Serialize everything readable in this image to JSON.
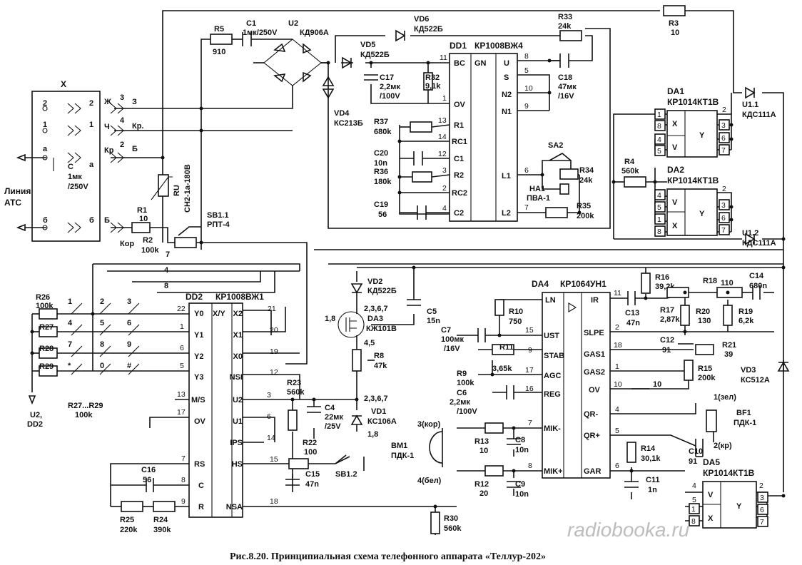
{
  "caption": "Рис.8.20. Принципиальная схема телефонного аппарата «Теллур-202»",
  "watermark": "radiobooka.ru",
  "connector": {
    "name": "X",
    "line_label": [
      "Линия",
      "АТС"
    ],
    "pins": [
      "2",
      "1",
      "а",
      "б"
    ],
    "wires": [
      "Ж",
      "Ч",
      "Кр",
      "Б"
    ],
    "targets": [
      "3",
      "4",
      "2",
      "З",
      "Кр.",
      "Б",
      "Б",
      "Кор"
    ],
    "cap": [
      "С",
      "1мк",
      "/250V"
    ]
  },
  "ics": {
    "dd1": {
      "name": "DD1",
      "part": "КР1008ВЖ4",
      "left": [
        "BC",
        "OV",
        "R1",
        "RC1",
        "C1",
        "R2",
        "RC2",
        "C2"
      ],
      "center": "GN",
      "right": [
        "U",
        "S",
        "N2",
        "N1",
        "L1",
        "L2"
      ],
      "pins_left": [
        "11",
        "1",
        "13",
        "14",
        "12",
        "3",
        "2",
        "4"
      ],
      "pins_right": [
        "8",
        "5",
        "10",
        "9",
        "6",
        "7"
      ]
    },
    "dd2": {
      "name": "DD2",
      "part": "КР1008ВЖ1",
      "left": [
        "Y0",
        "Y1",
        "Y2",
        "Y3",
        "M/S",
        "OV",
        "RS",
        "C",
        "R"
      ],
      "center": "X/Y",
      "right": [
        "X2",
        "X1",
        "X0",
        "NSI",
        "U2",
        "U1",
        "IPS",
        "HS",
        "NSA"
      ],
      "pins_left": [
        "22",
        "1",
        "6",
        "5",
        "13",
        "17",
        "7",
        "8",
        "9"
      ],
      "pins_right": [
        "21",
        "20",
        "19",
        "12",
        "3",
        "6",
        "14",
        "15",
        "18"
      ]
    },
    "da4": {
      "name": "DA4",
      "part": "КР1064УН1",
      "left": [
        "LN",
        "UST",
        "STAB",
        "AGC",
        "REG",
        "MIK-",
        "MIK+"
      ],
      "right": [
        "IR",
        "SLPE",
        "GAS1",
        "GAS2",
        "OV",
        "QR-",
        "QR+",
        "GAR"
      ],
      "pins_left": [
        "15",
        "9",
        "17",
        "16",
        "7",
        "8"
      ],
      "pins_right": [
        "11",
        "2",
        "18",
        "1",
        "10",
        "4",
        "5",
        "6"
      ]
    },
    "da1": {
      "name": "DA1",
      "part": "КР1014КТ1В",
      "left": [
        "X",
        "V"
      ],
      "right": [
        "Y"
      ],
      "pins_left": [
        "1",
        "8",
        "4",
        "5"
      ],
      "pins_right": [
        "2",
        "3",
        "6",
        "7"
      ]
    },
    "da2": {
      "name": "DA2",
      "part": "КР1014КТ1В",
      "left": [
        "V",
        "X"
      ],
      "right": [
        "Y"
      ],
      "pins_left": [
        "4",
        "5",
        "1",
        "8"
      ],
      "pins_right": [
        "2",
        "3",
        "6",
        "7"
      ]
    },
    "da5": {
      "name": "DA5",
      "part": "КР1014КТ1В",
      "left": [
        "V",
        "X"
      ],
      "right": [
        "Y"
      ],
      "pins_left": [
        "4",
        "5",
        "1",
        "8"
      ],
      "pins_right": [
        "2",
        "3",
        "6",
        "7"
      ]
    }
  },
  "parts": {
    "r1": [
      "R1",
      "10"
    ],
    "r2": [
      "R2",
      "100k"
    ],
    "r3": [
      "R3",
      "10"
    ],
    "r4": [
      "R4",
      "560k"
    ],
    "r5": [
      "R5",
      "910"
    ],
    "r8": [
      "R8",
      "47k"
    ],
    "r9": [
      "R9",
      "100k"
    ],
    "r10": [
      "R10",
      "750"
    ],
    "r11": [
      "R11",
      ""
    ],
    "r11v": "3,65k",
    "r12": [
      "R12",
      "20"
    ],
    "r13": [
      "R13",
      "10"
    ],
    "r14": [
      "R14",
      "30,1k"
    ],
    "r15": [
      "R15",
      "200k"
    ],
    "r16": [
      "R16",
      "39,2k"
    ],
    "r17": [
      "R17",
      "2,87k"
    ],
    "r18": [
      "R18",
      "110"
    ],
    "r19": [
      "R19",
      "6,2k"
    ],
    "r20": [
      "R20",
      "130"
    ],
    "r21": [
      "R21",
      "39"
    ],
    "r22": [
      "R22",
      "100"
    ],
    "r23": [
      "R23",
      "560k"
    ],
    "r24": [
      "R24",
      "390k"
    ],
    "r25": [
      "R25",
      "220k"
    ],
    "r26": [
      "R26",
      "100k"
    ],
    "r27": "R27",
    "r28": "R28",
    "r29": "R29",
    "r2729": [
      "R27...R29",
      "100k"
    ],
    "r30": [
      "R30",
      "560k"
    ],
    "r32": [
      "R32",
      "9,1k"
    ],
    "r33": [
      "R33",
      "24k"
    ],
    "r34": [
      "R34",
      "24k"
    ],
    "r35": [
      "R35",
      "200k"
    ],
    "r36": [
      "R36",
      "180k"
    ],
    "r37": [
      "R37",
      "680k"
    ],
    "c1": [
      "C1",
      "1мк/250V"
    ],
    "c4": [
      "C4",
      "22мк",
      "/25V"
    ],
    "c5": [
      "C5",
      "15n"
    ],
    "c6": [
      "C6",
      "2,2мк",
      "/100V"
    ],
    "c7": [
      "C7",
      "100мк",
      "/16V"
    ],
    "c8": [
      "C8",
      "10n"
    ],
    "c9": [
      "C9",
      "10n"
    ],
    "c10": [
      "C10",
      "91"
    ],
    "c11": [
      "C11",
      "1n"
    ],
    "c12": [
      "C12",
      "91"
    ],
    "c13": [
      "C13",
      "47n"
    ],
    "c14": [
      "C14",
      "680n"
    ],
    "c15": [
      "C15",
      "47n"
    ],
    "c16": [
      "C16",
      "56"
    ],
    "c17": [
      "C17",
      "2,2мк",
      "/100V"
    ],
    "c18": [
      "C18",
      "47мк",
      "/16V"
    ],
    "c19": [
      "C19",
      "56"
    ],
    "c20": [
      "C20",
      "10n"
    ],
    "u2": [
      "U2",
      "КД906А"
    ],
    "vd1": [
      "VD1",
      "КС106А"
    ],
    "vd2": [
      "VD2",
      "КД522Б"
    ],
    "vd3": [
      "VD3",
      "КС512А"
    ],
    "vd4": [
      "VD4",
      "КС213Б"
    ],
    "vd5": [
      "VD5",
      "КД522Б"
    ],
    "vd6": [
      "VD6",
      "КД522Б"
    ],
    "da3": [
      "DA3",
      "КЖ101В"
    ],
    "u11": [
      "U1.1",
      "КДС111А"
    ],
    "u12": [
      "U1.2",
      "КДС111А"
    ],
    "ru": [
      "RU",
      "СН2-1а-180В"
    ],
    "sa2": "SA2",
    "ha1": [
      "HA1",
      "ПВА-1"
    ],
    "sb11": [
      "SB1.1",
      "РПТ-4"
    ],
    "sb12": "SB1.2",
    "bm1": [
      "BM1",
      "ПДК-1"
    ],
    "bf1": [
      "BF1",
      "ПДК-1"
    ]
  },
  "keypad": [
    "1",
    "2",
    "3",
    "4",
    "5",
    "6",
    "7",
    "8",
    "9",
    "*",
    "0",
    "#"
  ],
  "net_labels": {
    "u2dd2": [
      "U2,",
      "DD2"
    ],
    "da3pins": [
      "1,8",
      "2,3,6,7",
      "4,5"
    ],
    "vd1pins": [
      "2,3,6,7",
      "1,8"
    ],
    "bm1": [
      "3(кор)",
      "4(бел)"
    ],
    "bf1": [
      "1(зел)",
      "2(кр)"
    ],
    "p8": "8",
    "p10": "10",
    "p16": "16",
    "p7": "7",
    "p4": "4",
    "p5": "5",
    "p9": "9",
    "p3": "3",
    "p6": "6",
    "p11": "11",
    "p2": "2",
    "p1": "1"
  }
}
